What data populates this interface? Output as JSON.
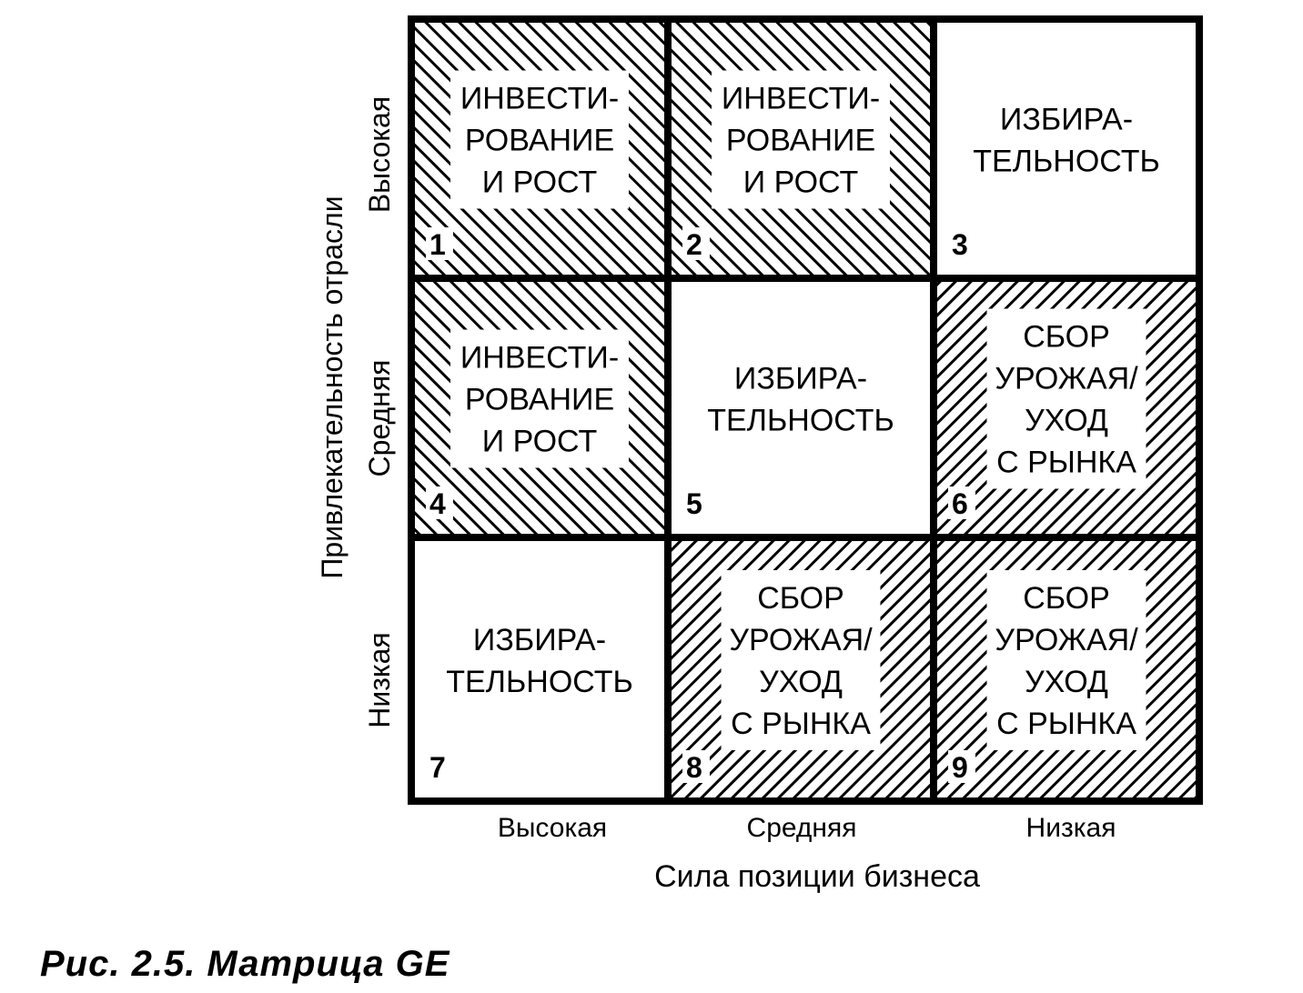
{
  "y_axis": {
    "title": "Привлекательность отрасли",
    "levels": [
      "Высокая",
      "Средняя",
      "Низкая"
    ]
  },
  "x_axis": {
    "title": "Сила позиции бизнеса",
    "levels": [
      "Высокая",
      "Средняя",
      "Низкая"
    ]
  },
  "cells": [
    {
      "number": "1",
      "lines": [
        "ИНВЕСТИ-",
        "РОВАНИЕ",
        "И РОСТ"
      ],
      "hatch": "backslash"
    },
    {
      "number": "2",
      "lines": [
        "ИНВЕСТИ-",
        "РОВАНИЕ",
        "И РОСТ"
      ],
      "hatch": "backslash"
    },
    {
      "number": "3",
      "lines": [
        "ИЗБИРА-",
        "ТЕЛЬНОСТЬ"
      ],
      "hatch": "none"
    },
    {
      "number": "4",
      "lines": [
        "ИНВЕСТИ-",
        "РОВАНИЕ",
        "И РОСТ"
      ],
      "hatch": "backslash"
    },
    {
      "number": "5",
      "lines": [
        "ИЗБИРА-",
        "ТЕЛЬНОСТЬ"
      ],
      "hatch": "none"
    },
    {
      "number": "6",
      "lines": [
        "СБОР",
        "УРОЖАЯ/",
        "УХОД",
        "С РЫНКА"
      ],
      "hatch": "slash"
    },
    {
      "number": "7",
      "lines": [
        "ИЗБИРА-",
        "ТЕЛЬНОСТЬ"
      ],
      "hatch": "none"
    },
    {
      "number": "8",
      "lines": [
        "СБОР",
        "УРОЖАЯ/",
        "УХОД",
        "С РЫНКА"
      ],
      "hatch": "slash"
    },
    {
      "number": "9",
      "lines": [
        "СБОР",
        "УРОЖАЯ/",
        "УХОД",
        "С РЫНКА"
      ],
      "hatch": "slash"
    }
  ],
  "caption": "Рис. 2.5. Матрица GE"
}
